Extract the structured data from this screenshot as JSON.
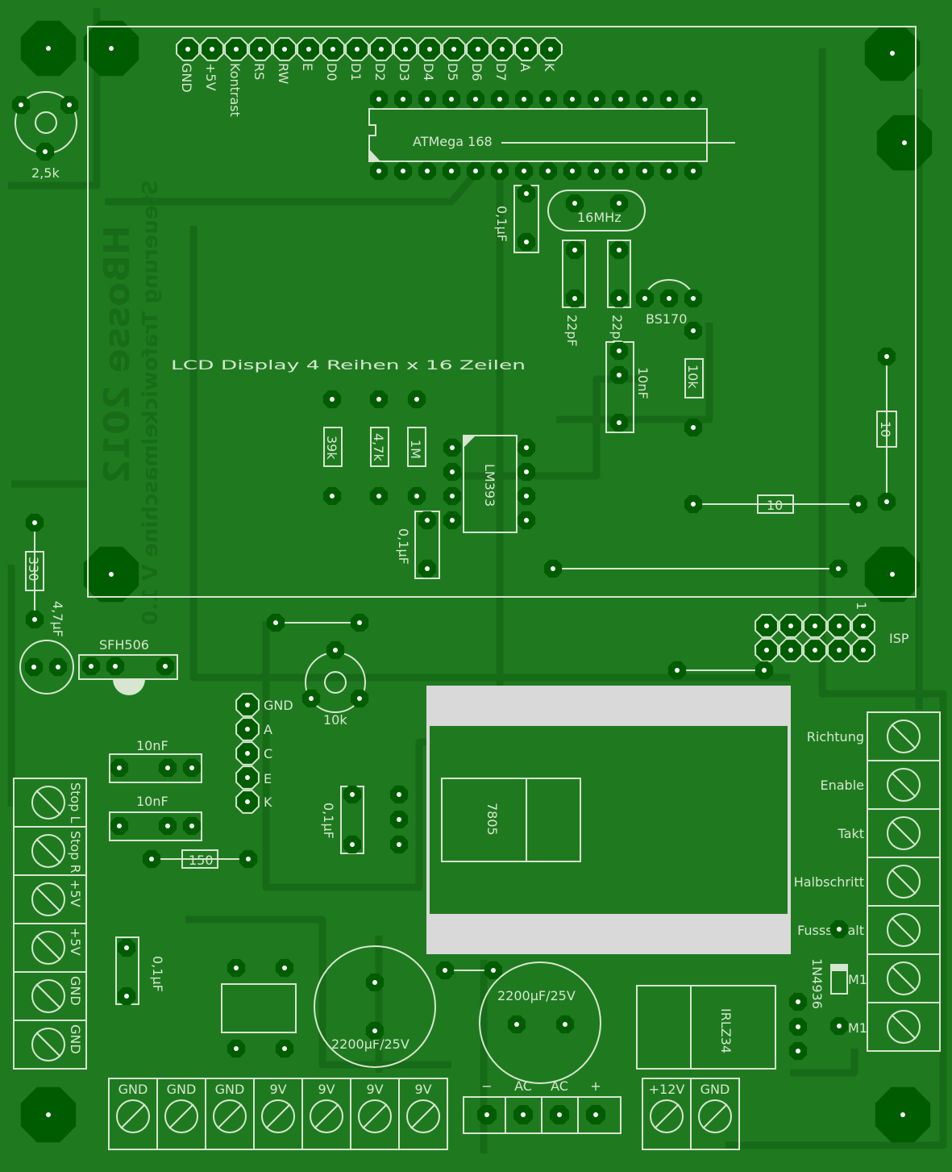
{
  "board": {
    "colors": {
      "board": "#1f7a1f",
      "trace": "#176a17",
      "pad": "#005c00",
      "silk": "#d6e6d0",
      "heatsink": "#d9d9d9"
    }
  },
  "lcd": {
    "title": "LCD Display 4 Reihen x 16 Zeilen",
    "pins": [
      "GND",
      "+5V",
      "Kontrast",
      "RS",
      "RW",
      "E",
      "D0",
      "D1",
      "D2",
      "D3",
      "D4",
      "D5",
      "D6",
      "D7",
      "A",
      "K"
    ]
  },
  "ghost_text": {
    "author": "HBosse 2012",
    "project": "Steuerung Trafowickelmaschine V 1.0"
  },
  "components": {
    "mcu": "ATMega 168",
    "crystal": "16MHz",
    "c_mcu": "0,1µF",
    "c22a": "22pF",
    "c22b": "22pF",
    "c10n": "10nF",
    "fet": "BS170",
    "r10k": "10k",
    "r10v": "10",
    "r10h": "10",
    "pot1": "2,5k",
    "r39k": "39k",
    "r47k": "4,7k",
    "r1m": "1M",
    "comparator": "LM393",
    "c_lm": "0,1µF",
    "r330": "330",
    "c47": "4,7µF",
    "ir": "SFH506",
    "isp": "ISP",
    "isp_pin1": "1",
    "pot2": "10k",
    "c10n_1": "10nF",
    "c10n_2": "10nF",
    "r150": "150",
    "c_left": "0,1µF",
    "c_reg": "0,1µF",
    "regulator": "7805",
    "elko1": "2200µF/25V",
    "elko2": "2200µF/25V",
    "mosfet": "IRLZ34",
    "diode": "1N4936",
    "m1a": "M1",
    "m1b": "M1"
  },
  "led_header": [
    "GND",
    "A",
    "C",
    "E",
    "K"
  ],
  "right_terminal": [
    "Richtung",
    "Enable",
    "Takt",
    "Halbschritt",
    "Fussschalt"
  ],
  "left_terminal": [
    "Stop L",
    "Stop R",
    "+5V",
    "+5V",
    "GND",
    "GND"
  ],
  "bottom_terminal": [
    "GND",
    "GND",
    "GND",
    "9V",
    "9V",
    "9V",
    "9V"
  ],
  "power_terminal": [
    "+12V",
    "GND"
  ],
  "ac_connector": [
    "−",
    "AC",
    "AC",
    "+"
  ]
}
